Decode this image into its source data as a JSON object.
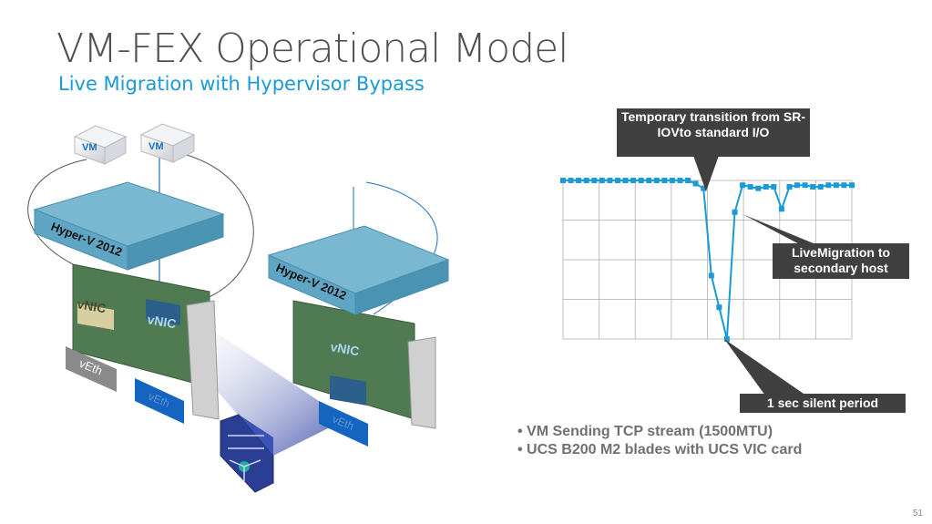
{
  "slide": {
    "title": "VM-FEX Operational Model",
    "subtitle": "Live Migration with Hypervisor Bypass",
    "page_number": "51"
  },
  "diagram": {
    "vm_label": "VM",
    "hypervisor_label": "Hyper-V 2012",
    "vnic_label": "vNIC",
    "veth_label": "vEth",
    "colors": {
      "accent": "#1a9ad6",
      "hypervisor": "#5fa6c4",
      "veth_blue": "#1565c0",
      "veth_gray": "#8a8a8a",
      "board": "#4f7a52"
    }
  },
  "callouts": {
    "transition": "Temporary transition from SR- IOVto standard I/O",
    "live_migration": "LiveMigration  to secondary host",
    "silent": "1 sec silent period"
  },
  "bullets": [
    "• VM Sending TCP stream (1500MTU)",
    "• UCS B200 M2 blades with UCS VIC card"
  ],
  "chart_data": {
    "type": "line",
    "title": "",
    "xlabel": "",
    "ylabel": "",
    "x": [
      1,
      2,
      3,
      4,
      5,
      6,
      7,
      8,
      9,
      10,
      11,
      12,
      13,
      14,
      15,
      16,
      17,
      18,
      19,
      20,
      21,
      22,
      23,
      24,
      25,
      26,
      27,
      28,
      29,
      30,
      31,
      32,
      33,
      34,
      35,
      36,
      37,
      38
    ],
    "series": [
      {
        "values": [
          100,
          100,
          100,
          100,
          100,
          100,
          100,
          100,
          100,
          100,
          100,
          100,
          100,
          100,
          100,
          100,
          100,
          98,
          95,
          40,
          20,
          0,
          80,
          97,
          96,
          95,
          96,
          96,
          82,
          96,
          97,
          97,
          96,
          96,
          97,
          97,
          97,
          97
        ]
      }
    ],
    "ylim": [
      0,
      100
    ],
    "xlim": [
      1,
      38
    ],
    "grid": true,
    "color": "#1a9ad6"
  }
}
